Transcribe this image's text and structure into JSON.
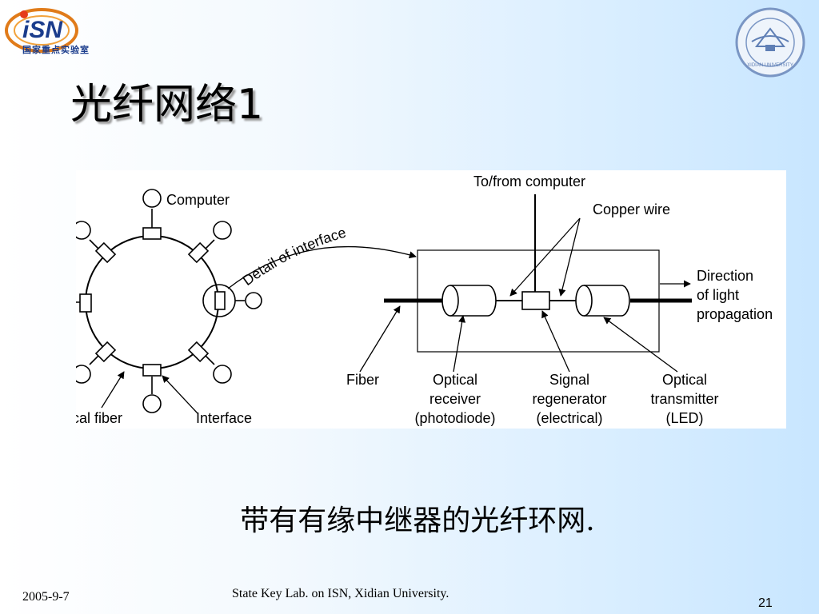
{
  "header": {
    "logo_label": "国家重点实验室",
    "logo_mark": "iSN",
    "seal_label": "XIDIAN UNIVERSITY"
  },
  "slide": {
    "title": "光纤网络1",
    "caption": "带有有缘中继器的光纤环网."
  },
  "diagram": {
    "labels": {
      "computer": "Computer",
      "optical_fiber": "Optical fiber",
      "interface": "Interface",
      "detail": "Detail of interface",
      "to_from_computer": "To/from computer",
      "copper_wire": "Copper wire",
      "direction_1": "Direction",
      "direction_2": "of light",
      "direction_3": "propagation",
      "fiber": "Fiber",
      "receiver_1": "Optical",
      "receiver_2": "receiver",
      "receiver_3": "(photodiode)",
      "regen_1": "Signal",
      "regen_2": "regenerator",
      "regen_3": "(electrical)",
      "transmitter_1": "Optical",
      "transmitter_2": "transmitter",
      "transmitter_3": "(LED)"
    }
  },
  "footer": {
    "date": "2005-9-7",
    "lab": "State Key Lab. on ISN, Xidian University.",
    "page": "21"
  }
}
